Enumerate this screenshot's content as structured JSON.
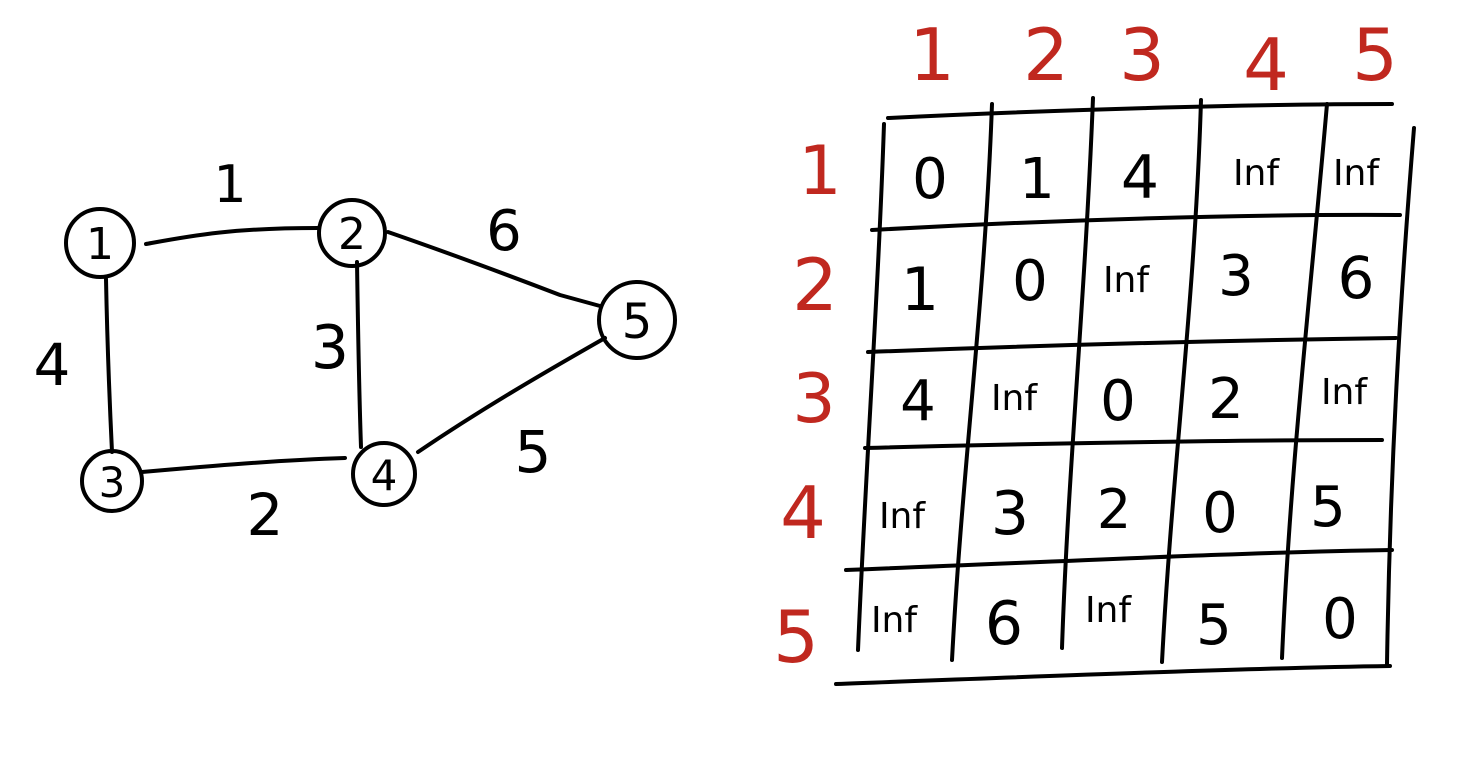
{
  "colors": {
    "ink": "#000000",
    "header_red": "#c0281f",
    "background": "#ffffff"
  },
  "graph": {
    "nodes": [
      {
        "id": "1",
        "label": "1"
      },
      {
        "id": "2",
        "label": "2"
      },
      {
        "id": "3",
        "label": "3"
      },
      {
        "id": "4",
        "label": "4"
      },
      {
        "id": "5",
        "label": "5"
      }
    ],
    "edges": [
      {
        "from": "1",
        "to": "2",
        "weight": "1"
      },
      {
        "from": "1",
        "to": "3",
        "weight": "4"
      },
      {
        "from": "2",
        "to": "4",
        "weight": "3"
      },
      {
        "from": "2",
        "to": "5",
        "weight": "6"
      },
      {
        "from": "3",
        "to": "4",
        "weight": "2"
      },
      {
        "from": "4",
        "to": "5",
        "weight": "5"
      }
    ]
  },
  "matrix": {
    "column_headers": [
      "1",
      "2",
      "3",
      "4",
      "5"
    ],
    "row_headers": [
      "1",
      "2",
      "3",
      "4",
      "5"
    ],
    "cells": [
      [
        "0",
        "1",
        "4",
        "Inf",
        "Inf"
      ],
      [
        "1",
        "0",
        "Inf",
        "3",
        "6"
      ],
      [
        "4",
        "Inf",
        "0",
        "2",
        "Inf"
      ],
      [
        "Inf",
        "3",
        "2",
        "0",
        "5"
      ],
      [
        "Inf",
        "6",
        "Inf",
        "5",
        "0"
      ]
    ]
  }
}
